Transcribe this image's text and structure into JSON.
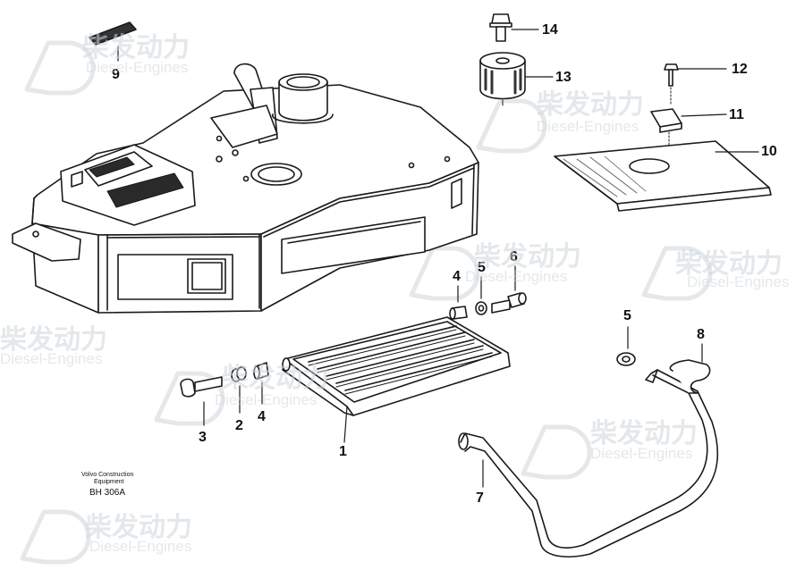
{
  "callouts": {
    "c1": "1",
    "c2": "2",
    "c3": "3",
    "c4a": "4",
    "c4b": "4",
    "c5a": "5",
    "c5b": "5",
    "c6": "6",
    "c7": "7",
    "c8": "8",
    "c9": "9",
    "c10": "10",
    "c11": "11",
    "c12": "12",
    "c13": "13",
    "c14": "14"
  },
  "caption": {
    "line1": "Volvo Construction",
    "line2": "Equipment",
    "code": "BH 306A"
  },
  "watermark": {
    "cn": "柴发动力",
    "en": "Diesel-Engines"
  }
}
